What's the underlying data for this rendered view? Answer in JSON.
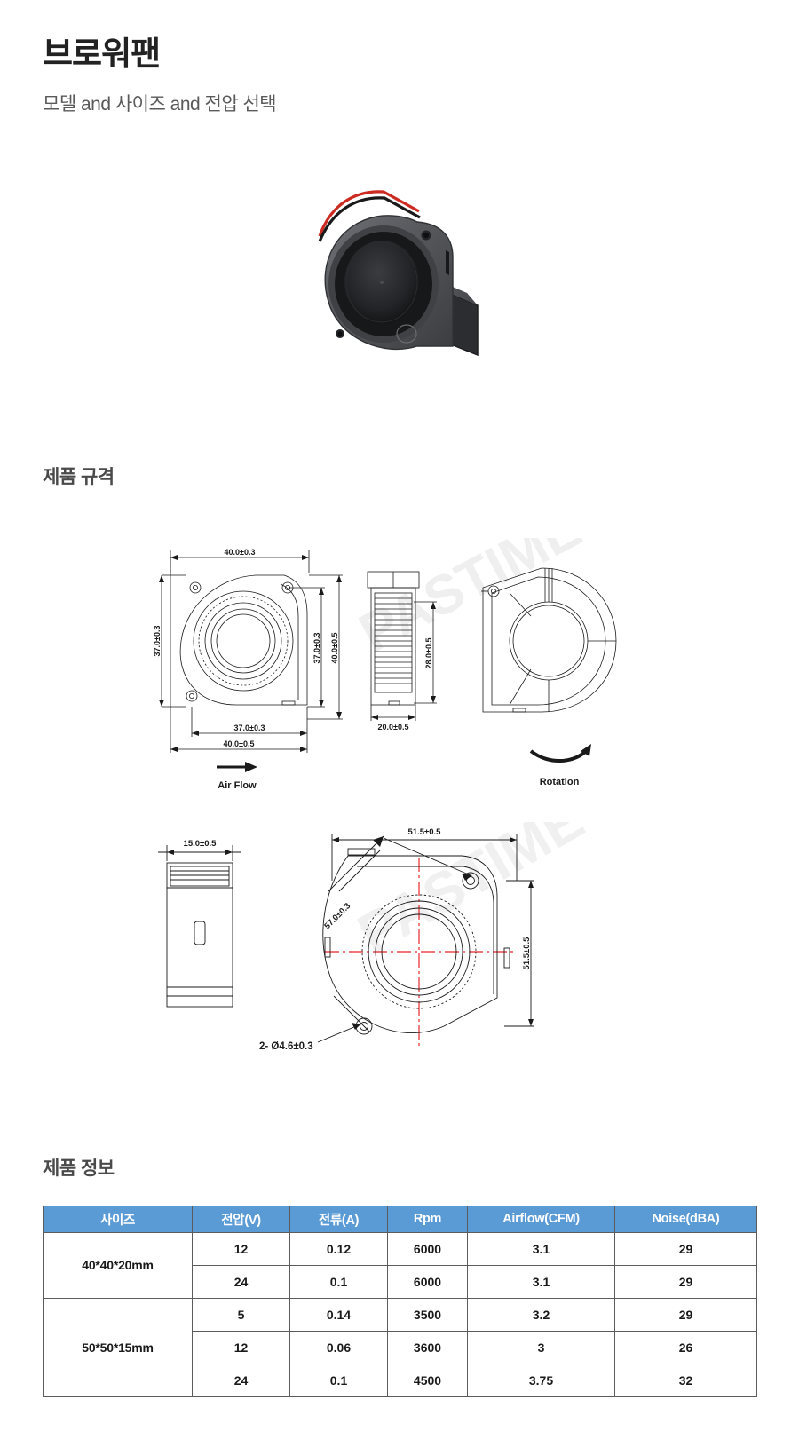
{
  "header": {
    "title": "브로워팬",
    "subtitle": "모델 and 사이즈 and 전압 선택"
  },
  "sections": {
    "spec_heading": "제품 규격",
    "info_heading": "제품 정보"
  },
  "product_photo": {
    "alt": "blower-fan-photo",
    "body_color": "#4a4c50",
    "wire_red": "#cc2b22",
    "wire_black": "#1a1a1a"
  },
  "drawing_top": {
    "dim_width_top": "40.0±0.3",
    "dim_height_left": "37.0±0.3",
    "dim_height_inner_right": "37.0±0.3",
    "dim_height_outer_right": "40.0±0.5",
    "dim_width_inner_bottom": "37.0±0.3",
    "dim_width_outer_bottom": "40.0±0.5",
    "dim_side_height": "28.0±0.5",
    "dim_side_width": "20.0±0.5",
    "airflow_label": "Air Flow",
    "rotation_label": "Rotation",
    "watermark": "PASTIME"
  },
  "drawing_bottom": {
    "dim_thickness": "15.0±0.5",
    "dim_width_top": "51.5±0.5",
    "dim_diagonal": "57.0±0.3",
    "dim_height_right": "51.5±0.5",
    "dim_holes": "2- Ø4.6±0.3",
    "watermark": "PASTIME",
    "centerline_color": "#e8252a"
  },
  "spec_table": {
    "header_bg": "#5b9bd5",
    "size_cell_bg": "#fce4b8",
    "columns": [
      "사이즈",
      "전압(V)",
      "전류(A)",
      "Rpm",
      "Airflow(CFM)",
      "Noise(dBA)"
    ],
    "groups": [
      {
        "size": "40*40*20mm",
        "rows": [
          {
            "voltage": "12",
            "current": "0.12",
            "rpm": "6000",
            "airflow": "3.1",
            "noise": "29"
          },
          {
            "voltage": "24",
            "current": "0.1",
            "rpm": "6000",
            "airflow": "3.1",
            "noise": "29"
          }
        ]
      },
      {
        "size": "50*50*15mm",
        "rows": [
          {
            "voltage": "5",
            "current": "0.14",
            "rpm": "3500",
            "airflow": "3.2",
            "noise": "29"
          },
          {
            "voltage": "12",
            "current": "0.06",
            "rpm": "3600",
            "airflow": "3",
            "noise": "26"
          },
          {
            "voltage": "24",
            "current": "0.1",
            "rpm": "4500",
            "airflow": "3.75",
            "noise": "32"
          }
        ]
      }
    ]
  }
}
